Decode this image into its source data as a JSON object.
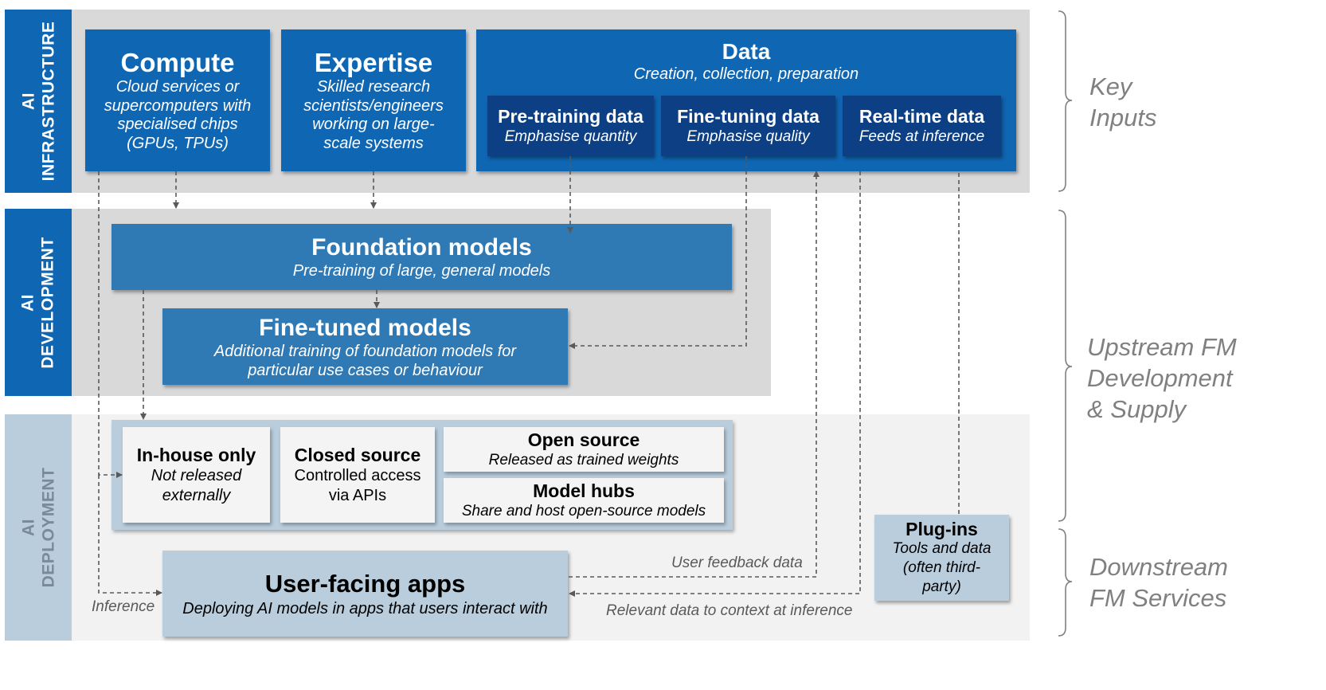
{
  "sections": {
    "infrastructure": "AI\nINFRASTRUCTURE",
    "development": "AI\nDEVELOPMENT",
    "deployment": "AI\nDEPLOYMENT"
  },
  "compute": {
    "title": "Compute",
    "desc": "Cloud services or supercomputers with specialised chips (GPUs, TPUs)"
  },
  "expertise": {
    "title": "Expertise",
    "desc": "Skilled research scientists/engineers working on large-scale systems"
  },
  "data": {
    "title": "Data",
    "desc": "Creation, collection, preparation",
    "pretraining": {
      "title": "Pre-training data",
      "desc": "Emphasise quantity"
    },
    "finetuning": {
      "title": "Fine-tuning data",
      "desc": "Emphasise quality"
    },
    "realtime": {
      "title": "Real-time data",
      "desc": "Feeds at inference"
    }
  },
  "foundation": {
    "title": "Foundation models",
    "desc": "Pre-training of large, general models"
  },
  "finetuned": {
    "title": "Fine-tuned models",
    "desc": "Additional training of foundation models for particular use cases or behaviour"
  },
  "inhouse": {
    "title": "In-house only",
    "desc": "Not released externally"
  },
  "closed": {
    "title": "Closed source",
    "desc": "Controlled access via APIs"
  },
  "opensource": {
    "title": "Open source",
    "desc": "Released as trained weights"
  },
  "hubs": {
    "title": "Model hubs",
    "desc": "Share and host open-source models"
  },
  "plugins": {
    "title": "Plug-ins",
    "desc": "Tools and data (often third-party)"
  },
  "apps": {
    "title": "User-facing apps",
    "desc": "Deploying AI models in apps that users interact with"
  },
  "arrows": {
    "inference": "Inference",
    "feedback": "User feedback data",
    "relevant": "Relevant data to context at inference"
  },
  "braces": {
    "key_inputs": "Key\nInputs",
    "upstream": "Upstream FM\nDevelopment\n& Supply",
    "downstream": "Downstream\nFM Services"
  },
  "colors": {
    "primary_blue": "#0f66b3",
    "navy": "#0d3f85",
    "mid_blue": "#2f79b5",
    "pale_blue": "#b9cddd",
    "band_gray": "#d9d9d9",
    "band_light": "#f2f2f2"
  }
}
